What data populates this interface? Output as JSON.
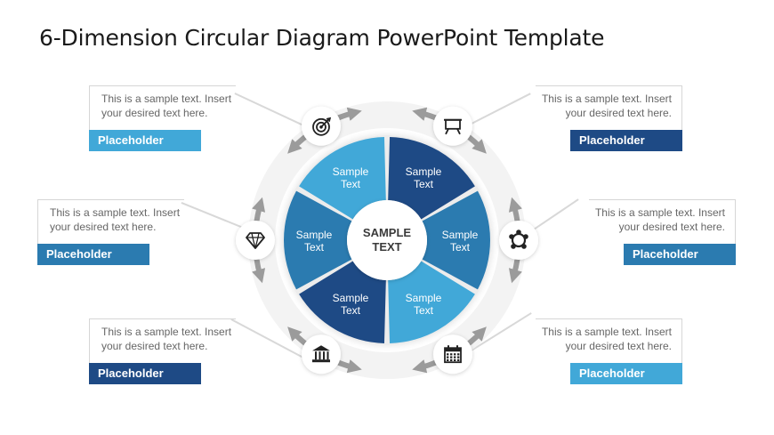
{
  "title": "6-Dimension Circular Diagram PowerPoint Template",
  "center_label": [
    "SAMPLE",
    "TEXT"
  ],
  "colors": {
    "light_blue": "#41a8d8",
    "medium_blue": "#2b7bb0",
    "dark_blue": "#1e4a85",
    "arrow_gray": "#9b9b9b",
    "ring_gray": "#f2f2f2"
  },
  "slices": [
    {
      "lines": [
        "Sample",
        "Text"
      ],
      "color": "#1e4a85"
    },
    {
      "lines": [
        "Sample",
        "Text"
      ],
      "color": "#2b7bb0"
    },
    {
      "lines": [
        "Sample",
        "Text"
      ],
      "color": "#41a8d8"
    },
    {
      "lines": [
        "Sample",
        "Text"
      ],
      "color": "#1e4a85"
    },
    {
      "lines": [
        "Sample",
        "Text"
      ],
      "color": "#2b7bb0"
    },
    {
      "lines": [
        "Sample",
        "Text"
      ],
      "color": "#41a8d8"
    }
  ],
  "icons": [
    {
      "name": "presentation-board-icon"
    },
    {
      "name": "teamwork-icon"
    },
    {
      "name": "calendar-icon"
    },
    {
      "name": "bank-building-icon"
    },
    {
      "name": "diamond-icon"
    },
    {
      "name": "target-icon"
    }
  ],
  "callouts": [
    {
      "id": "top-left",
      "text_lines": [
        "This is a sample text. Insert",
        "your desired text here."
      ],
      "placeholder": "Placeholder",
      "color": "#41a8d8"
    },
    {
      "id": "top-right",
      "text_lines": [
        "This is a sample text. Insert",
        "your desired text here."
      ],
      "placeholder": "Placeholder",
      "color": "#1e4a85"
    },
    {
      "id": "middle-left",
      "text_lines": [
        "This is a sample text. Insert",
        "your desired text here."
      ],
      "placeholder": "Placeholder",
      "color": "#2b7bb0"
    },
    {
      "id": "middle-right",
      "text_lines": [
        "This is a sample text. Insert",
        "your desired text here."
      ],
      "placeholder": "Placeholder",
      "color": "#2b7bb0"
    },
    {
      "id": "bottom-left",
      "text_lines": [
        "This is a sample text. Insert",
        "your desired text here."
      ],
      "placeholder": "Placeholder",
      "color": "#1e4a85"
    },
    {
      "id": "bottom-right",
      "text_lines": [
        "This is a sample text. Insert",
        "your desired text here."
      ],
      "placeholder": "Placeholder",
      "color": "#41a8d8"
    }
  ]
}
